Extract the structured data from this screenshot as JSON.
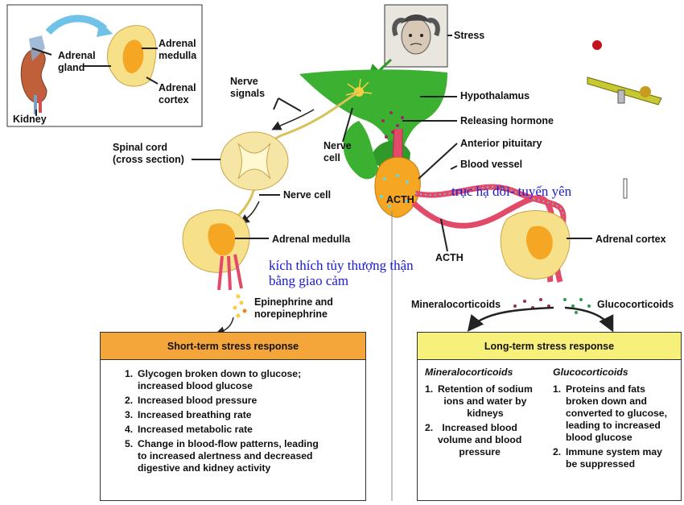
{
  "labels": {
    "adrenal_gland": "Adrenal\ngland",
    "kidney": "Kidney",
    "inset_medulla": "Adrenal\nmedulla",
    "inset_cortex": "Adrenal\ncortex",
    "stress": "Stress",
    "nerve_signals": "Nerve\nsignals",
    "hypothalamus": "Hypothalamus",
    "releasing_hormone": "Releasing hormone",
    "anterior_pituitary": "Anterior pituitary",
    "blood_vessel": "Blood vessel",
    "spinal_cord": "Spinal cord\n(cross section)",
    "nerve_cell_top": "Nerve\ncell",
    "nerve_cell": "Nerve cell",
    "acth_gland": "ACTH",
    "acth_vessel": "ACTH",
    "adrenal_medulla": "Adrenal medulla",
    "adrenal_cortex": "Adrenal cortex",
    "epinephrine": "Epinephrine and\nnorepinephrine",
    "mineralocorticoids": "Mineralocorticoids",
    "glucocorticoids": "Glucocorticoids"
  },
  "vietnamese": {
    "hpa_axis": "trục hạ đồi- tuyến yên",
    "sympathetic": "kích thích tủy thượng thận\nbằng giao cảm"
  },
  "short_term": {
    "title": "Short-term stress response",
    "items": [
      {
        "n": "1.",
        "text": "Glycogen broken down to glucose;\nincreased blood glucose"
      },
      {
        "n": "2.",
        "text": "Increased blood pressure"
      },
      {
        "n": "3.",
        "text": "Increased breathing rate"
      },
      {
        "n": "4.",
        "text": "Increased metabolic rate"
      },
      {
        "n": "5.",
        "text": "Change in blood-flow patterns, leading\nto increased alertness and decreased\ndigestive and kidney activity"
      }
    ]
  },
  "long_term": {
    "title": "Long-term stress response",
    "mineralo_title": "Mineralocorticoids",
    "mineralo_items": [
      {
        "n": "1.",
        "text": "Retention of sodium\nions and water by\nkidneys"
      },
      {
        "n": "2.",
        "text": "Increased blood\nvolume and blood\npressure"
      }
    ],
    "gluco_title": "Glucocorticoids",
    "gluco_items": [
      {
        "n": "1.",
        "text": "Proteins and fats\nbroken down and\nconverted to glucose,\nleading to increased\nblood glucose"
      },
      {
        "n": "2.",
        "text": "Immune system may\nbe suppressed"
      }
    ]
  },
  "colors": {
    "short_header": "#f4a63a",
    "long_header": "#f7f07a",
    "hypothalamus": "#3cb030",
    "gland_orange": "#f5a623",
    "adrenal_yellow": "#f6e08a",
    "vessel_red": "#e24a6a",
    "nerve": "#d9c25a",
    "vietnamese_text": "#1a1ad6"
  }
}
